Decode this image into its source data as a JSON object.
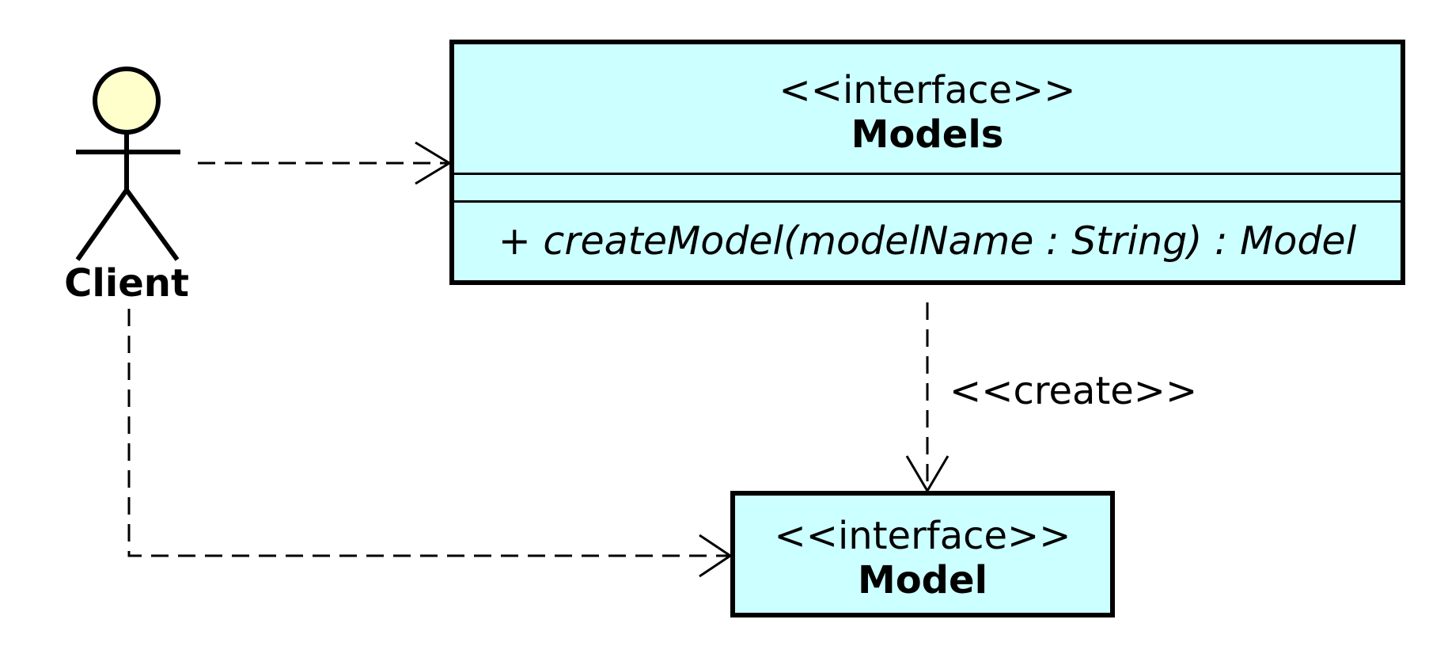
{
  "diagram": {
    "actor": {
      "name": "Client",
      "head_color": "#ffffcc"
    },
    "classes": {
      "models": {
        "stereotype": "<<interface>>",
        "name": "Models",
        "operations": [
          "+ createModel(modelName : String) : Model"
        ],
        "fill_color": "#ccffff"
      },
      "model": {
        "stereotype": "<<interface>>",
        "name": "Model",
        "fill_color": "#ccffff"
      }
    },
    "relations": [
      {
        "from": "Client",
        "to": "Models",
        "type": "dependency",
        "label": ""
      },
      {
        "from": "Client",
        "to": "Model",
        "type": "dependency",
        "label": ""
      },
      {
        "from": "Models",
        "to": "Model",
        "type": "dependency",
        "label": "<<create>>"
      }
    ]
  }
}
